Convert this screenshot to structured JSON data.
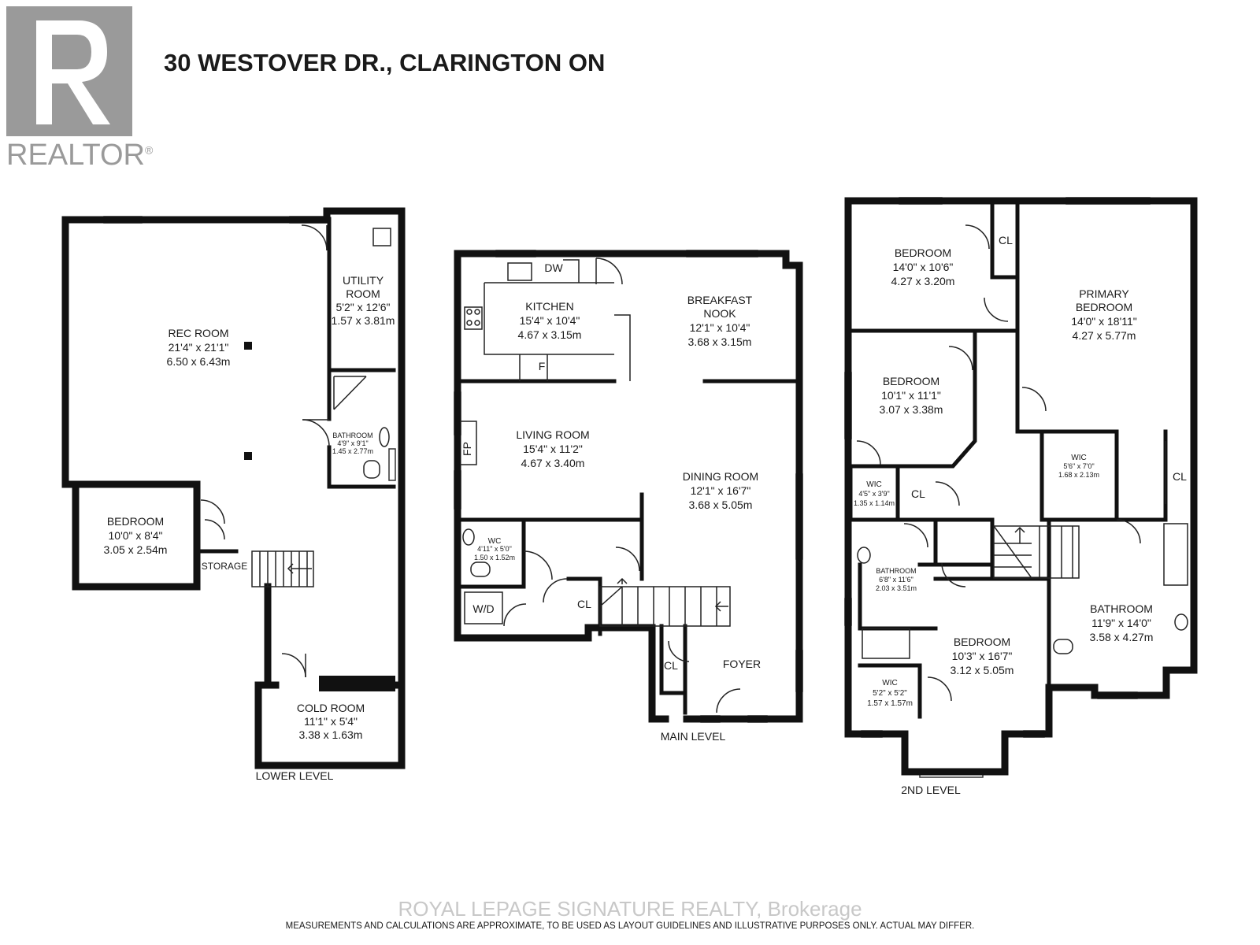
{
  "listing_title": "30 WESTOVER DR., CLARINGTON ON",
  "logo": {
    "text": "REALTOR",
    "mark": "®",
    "icon": "realtor-r-logo"
  },
  "watermark": "ROYAL LEPAGE SIGNATURE REALTY, Brokerage",
  "disclaimer": "MEASUREMENTS AND CALCULATIONS ARE APPROXIMATE, TO BE USED AS LAYOUT GUIDELINES AND ILLUSTRATIVE PURPOSES ONLY.  ACTUAL MAY DIFFER.",
  "levels": {
    "lower": {
      "label": "LOWER LEVEL",
      "rec_room": {
        "name": "REC ROOM",
        "imperial": "21'4\" x 21'1\"",
        "metric": "6.50 x 6.43m"
      },
      "utility_room": {
        "name1": "UTILITY",
        "name2": "ROOM",
        "imperial": "5'2\" x 12'6\"",
        "metric": "1.57 x 3.81m"
      },
      "bathroom": {
        "name": "BATHROOM",
        "imperial": "4'9\" x 9'1\"",
        "metric": "1.45 x 2.77m"
      },
      "bedroom": {
        "name": "BEDROOM",
        "imperial": "10'0\" x 8'4\"",
        "metric": "3.05 x 2.54m"
      },
      "storage": {
        "name": "STORAGE"
      },
      "cold_room": {
        "name": "COLD ROOM",
        "imperial": "11'1\" x 5'4\"",
        "metric": "3.38 x 1.63m"
      }
    },
    "main": {
      "label": "MAIN LEVEL",
      "kitchen": {
        "name": "KITCHEN",
        "imperial": "15'4\" x 10'4\"",
        "metric": "4.67 x 3.15m",
        "dw": "DW",
        "fridge": "F"
      },
      "breakfast_nook": {
        "name1": "BREAKFAST",
        "name2": "NOOK",
        "imperial": "12'1\" x 10'4\"",
        "metric": "3.68 x 3.15m"
      },
      "living_room": {
        "name": "LIVING ROOM",
        "imperial": "15'4\" x 11'2\"",
        "metric": "4.67 x 3.40m",
        "fireplace": "FP"
      },
      "dining_room": {
        "name": "DINING ROOM",
        "imperial": "12'1\" x 16'7\"",
        "metric": "3.68 x 5.05m"
      },
      "wc": {
        "name": "WC",
        "imperial": "4'11\" x 5'0\"",
        "metric": "1.50 x 1.52m"
      },
      "laundry": {
        "name": "W/D"
      },
      "closet": {
        "name": "CL"
      },
      "foyer": {
        "name": "FOYER"
      },
      "foyer_closet": {
        "name": "CL"
      }
    },
    "second": {
      "label": "2ND LEVEL",
      "bedroom_a": {
        "name": "BEDROOM",
        "imperial": "14'0\" x 10'6\"",
        "metric": "4.27 x 3.20m"
      },
      "closet_a": {
        "name": "CL"
      },
      "primary_bedroom": {
        "name1": "PRIMARY",
        "name2": "BEDROOM",
        "imperial": "14'0\" x 18'11\"",
        "metric": "4.27 x 5.77m"
      },
      "bedroom_b": {
        "name": "BEDROOM",
        "imperial": "10'1\" x 11'1\"",
        "metric": "3.07 x 3.38m"
      },
      "wic_primary": {
        "name": "WIC",
        "imperial": "5'6\" x 7'0\"",
        "metric": "1.68 x 2.13m"
      },
      "closet_primary": {
        "name": "CL"
      },
      "wic_b": {
        "name": "WIC",
        "imperial": "4'5\" x 3'9\"",
        "metric": "1.35 x 1.14m"
      },
      "closet_b": {
        "name": "CL"
      },
      "bathroom_main": {
        "name": "BATHROOM",
        "imperial": "6'8\" x 11'6\"",
        "metric": "2.03 x 3.51m"
      },
      "bathroom_ensuite": {
        "name": "BATHROOM",
        "imperial": "11'9\" x 14'0\"",
        "metric": "3.58 x 4.27m"
      },
      "bedroom_c": {
        "name": "BEDROOM",
        "imperial": "10'3\" x 16'7\"",
        "metric": "3.12 x 5.05m"
      },
      "wic_c": {
        "name": "WIC",
        "imperial": "5'2\" x 5'2\"",
        "metric": "1.57 x 1.57m"
      }
    }
  }
}
